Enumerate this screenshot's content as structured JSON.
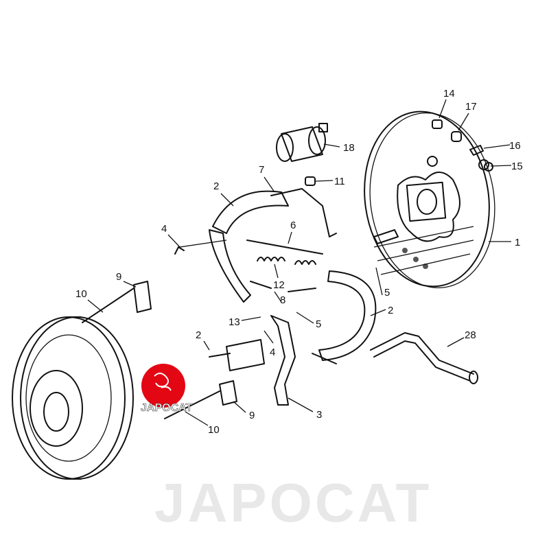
{
  "diagram": {
    "title": "Rear drum brake assembly exploded view",
    "watermark": "JAPOCAT",
    "logo_text": "JAPOCAT",
    "logo_color": "#e30613",
    "callouts": [
      {
        "id": "c14",
        "text": "14"
      },
      {
        "id": "c17",
        "text": "17"
      },
      {
        "id": "c18",
        "text": "18"
      },
      {
        "id": "c16",
        "text": "16"
      },
      {
        "id": "c15",
        "text": "15"
      },
      {
        "id": "c11",
        "text": "11"
      },
      {
        "id": "c7",
        "text": "7"
      },
      {
        "id": "c2a",
        "text": "2"
      },
      {
        "id": "c1",
        "text": "1"
      },
      {
        "id": "c6",
        "text": "6"
      },
      {
        "id": "c4a",
        "text": "4"
      },
      {
        "id": "c9a",
        "text": "9"
      },
      {
        "id": "c10a",
        "text": "10"
      },
      {
        "id": "c12",
        "text": "12"
      },
      {
        "id": "c5a",
        "text": "5"
      },
      {
        "id": "c8",
        "text": "8"
      },
      {
        "id": "c2b",
        "text": "2"
      },
      {
        "id": "c5b",
        "text": "5"
      },
      {
        "id": "c13",
        "text": "13"
      },
      {
        "id": "c4b",
        "text": "4"
      },
      {
        "id": "c2c",
        "text": "2"
      },
      {
        "id": "c28",
        "text": "28"
      },
      {
        "id": "c9b",
        "text": "9"
      },
      {
        "id": "c3",
        "text": "3"
      },
      {
        "id": "c10b",
        "text": "10"
      }
    ]
  }
}
